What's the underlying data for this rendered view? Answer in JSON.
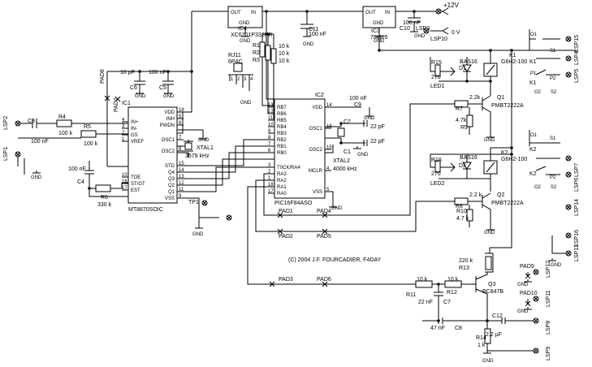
{
  "components": {
    "ic1": {
      "ref": "IC1",
      "part": "MT8870SOIC",
      "left_pins": [
        {
          "n": "4",
          "l": "IN+"
        },
        {
          "n": "3",
          "l": "IN-"
        },
        {
          "n": "2",
          "l": "GS"
        },
        {
          "n": "1",
          "l": "VREF"
        },
        {
          "n": "10",
          "l": "TOE"
        },
        {
          "n": "16",
          "l": "ST/GT"
        },
        {
          "n": "17",
          "l": "EST"
        }
      ],
      "right_pins": [
        {
          "n": "18",
          "l": "VDD"
        },
        {
          "n": "5",
          "l": "INH"
        },
        {
          "n": "6",
          "l": "PWDN"
        },
        {
          "n": "7",
          "l": "OSC1"
        },
        {
          "n": "8",
          "l": "OSC2"
        },
        {
          "n": "15",
          "l": "STD"
        },
        {
          "n": "14",
          "l": "Q4"
        },
        {
          "n": "13",
          "l": "Q3"
        },
        {
          "n": "12",
          "l": "Q2"
        },
        {
          "n": "11",
          "l": "Q1"
        },
        {
          "n": "9",
          "l": "VSS"
        }
      ]
    },
    "ic2": {
      "ref": "IC2",
      "part": "PIC16F84ASO",
      "left_pins": [
        {
          "n": "13",
          "l": "RB7"
        },
        {
          "n": "12",
          "l": "RB6"
        },
        {
          "n": "11",
          "l": "RB5"
        },
        {
          "n": "10",
          "l": "RB4"
        },
        {
          "n": "9",
          "l": "RB3"
        },
        {
          "n": "8",
          "l": "RB2"
        },
        {
          "n": "7",
          "l": "RB1"
        },
        {
          "n": "6",
          "l": "RB0"
        },
        {
          "n": "3",
          "l": "T0CK/RA4"
        },
        {
          "n": "2",
          "l": "RA3"
        },
        {
          "n": "1",
          "l": "RA2"
        },
        {
          "n": "18",
          "l": "RA1"
        },
        {
          "n": "17",
          "l": "RA0"
        }
      ],
      "right_pins": [
        {
          "n": "14",
          "l": "VDD"
        },
        {
          "n": "16",
          "l": "OSC1"
        },
        {
          "n": "15",
          "l": "OSC2"
        },
        {
          "n": "4",
          "l": "MCLR"
        },
        {
          "n": "5",
          "l": "VSS"
        }
      ]
    },
    "ic3": {
      "ref": "IC3",
      "part": "78M05",
      "out": "OUT",
      "in": "IN",
      "gnd": "GND"
    },
    "ic4": {
      "ref": "IC4",
      "part": "XC6201P332PR",
      "out": "OUT",
      "in": "IN",
      "gnd": "GND"
    },
    "rj11": {
      "ref": "RJ11",
      "part": "6P4C",
      "pins": [
        "1",
        "2",
        "3",
        "4"
      ]
    },
    "xtal1": {
      "ref": "XTAL1",
      "value": "3579 kHz"
    },
    "xtal2": {
      "ref": "XTAL2",
      "value": "4000 kHz"
    },
    "k1": {
      "ref": "K1",
      "part": "G6H2-100"
    },
    "k2": {
      "ref": "K2",
      "part": "G6H2-100"
    },
    "q1": {
      "ref": "Q1",
      "part": "PMBT2222A"
    },
    "q2": {
      "ref": "Q2",
      "part": "PMBT2222A"
    },
    "q3": {
      "ref": "Q3",
      "part": "BC847B"
    },
    "d1": {
      "ref": "D1",
      "part": "BAS16"
    },
    "d2": {
      "ref": "D2",
      "part": "BAS16"
    },
    "led1": {
      "ref": "LED1"
    },
    "led2": {
      "ref": "LED2"
    },
    "r": {
      "r1": "R1",
      "r2": "R2",
      "r3": "R3",
      "r123v": "10 k",
      "r4": "R4",
      "r4v": "100 k",
      "r5": "R5",
      "r5v": "100 k",
      "r6": "R6",
      "r6v": "330 k",
      "r7": "R7",
      "r7v": "2.2k",
      "r8": "R8",
      "r8v": "2.2 k",
      "r9": "R9",
      "r9v": "4.7k",
      "r10": "R10",
      "r10v": "4.7 k",
      "r11": "R11",
      "r11v": "10 k",
      "r12": "R12",
      "r12v": "10 k",
      "r13": "R13",
      "r13v": "220 k",
      "r14": "R14",
      "r14v": "1 k",
      "r15": "R15",
      "r15v": "270",
      "r16": "R16",
      "r16v": "270"
    },
    "c": {
      "c1": "C1",
      "c2": "C2",
      "c12v": "22 pF",
      "c3": "C3",
      "c3v": "100 nF",
      "c4": "C4",
      "c4v": "100 nF",
      "c5": "C5",
      "c5v": "100 nF",
      "c6": "C6",
      "c6v": "10 µF",
      "c7": "C7",
      "c7v": "22 nF",
      "c8": "C8",
      "c8v": "47 nF",
      "c9": "C9",
      "c9v": "100 nF",
      "c10": "C10",
      "c10v": "100 nF",
      "c11": "C11",
      "c11v": "100 nF",
      "c12": "C12",
      "c12v2": "2.2 µF"
    }
  },
  "labels": {
    "gnd": "GND",
    "v12": "+12V",
    "v0": "0 V",
    "lsp1": "LSP1",
    "lsp2": "LSP2",
    "lsp3": "LSP3",
    "lsp4": "LSP4",
    "lsp5": "LSP5",
    "lsp6": "LSP6",
    "lsp7": "LSP7",
    "lsp8": "LSP8",
    "lsp9": "LSP9",
    "lsp10": "LSP10",
    "lsp11": "LSP11",
    "lsp12": "LSP12",
    "lsp13": "LSP13",
    "lsp14": "LSP14",
    "lsp15": "LSP15",
    "lsp16": "LSP16",
    "pad1": "PAD1",
    "pad2": "PAD2",
    "pad3": "PAD3",
    "pad4": "PAD4",
    "pad5": "PAD5",
    "pad6": "PAD6",
    "pad7": "PAD7",
    "pad8": "PAD8",
    "pad9": "PAD9",
    "pad10": "PAD10",
    "tp1": "TP1",
    "k1": "K1",
    "k2": "K2",
    "o1": "O1",
    "o2": "O2",
    "s1": "S1",
    "s2": "S2",
    "p1": "P1",
    "p2": "P2",
    "copyright": "(C) 2004  J.F. FOURCADIER,  F4DAY"
  }
}
